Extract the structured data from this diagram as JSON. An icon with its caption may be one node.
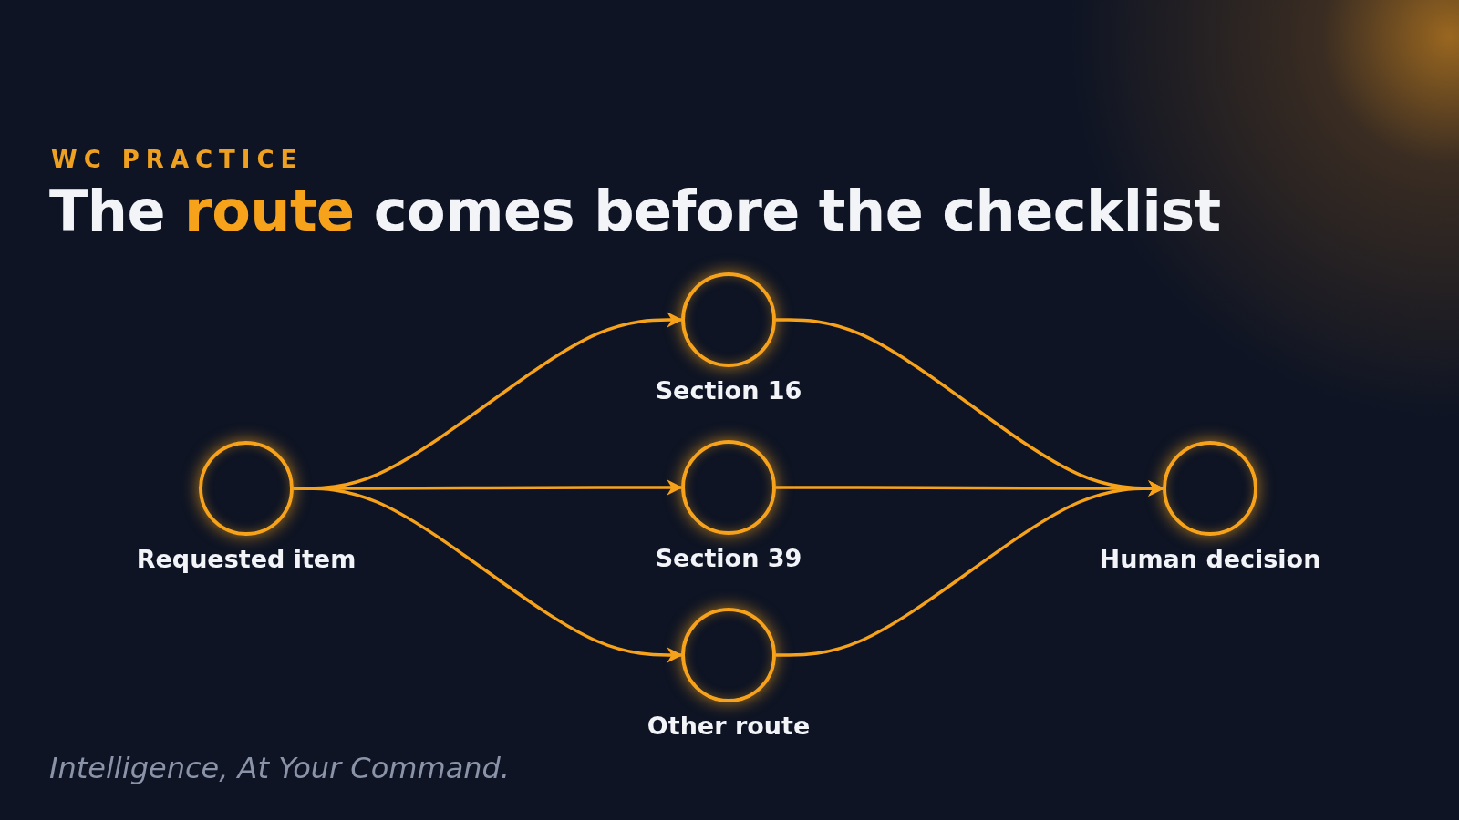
{
  "diagram": {
    "title": "The **route** comes before the checklist",
    "nodes": [
      {
        "text": [
          "Requested item"
        ]
      },
      {
        "text": [
          "Section 16"
        ]
      },
      {
        "text": [
          "Section 39"
        ]
      },
      {
        "text": [
          "Other route"
        ]
      },
      {
        "text": [
          "Human decision"
        ]
      }
    ],
    "edges": [
      {
        "from": 0,
        "to": 1,
        "arrow": "to"
      },
      {
        "from": 0,
        "to": 2,
        "arrow": "to"
      },
      {
        "from": 0,
        "to": 3,
        "arrow": "to"
      },
      {
        "from": 1,
        "to": 4,
        "arrow": "to"
      },
      {
        "from": 2,
        "to": 4,
        "arrow": "to"
      },
      {
        "from": 3,
        "to": 4,
        "arrow": "to"
      }
    ],
    "labels": [
      "WC PRACTICE",
      "Intelligence, At Your Command."
    ]
  }
}
